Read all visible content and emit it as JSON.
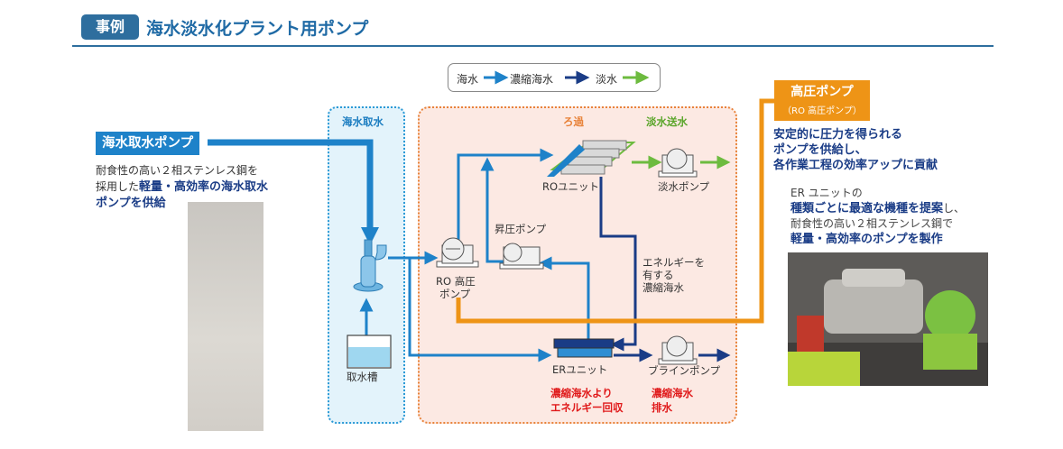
{
  "header": {
    "badge": "事例",
    "title": "海水淡水化プラント用ポンプ"
  },
  "legend": {
    "seawater": "海水",
    "brine": "濃縮海水",
    "freshwater": "淡水"
  },
  "colors": {
    "seawater": "#1e82c9",
    "brine": "#1a3c86",
    "freshwater": "#6dbb3f",
    "highpressure": "#ee9416"
  },
  "areas": {
    "intake": "海水取水",
    "filtration": "ろ過",
    "fresh_supply": "淡水送水"
  },
  "left_panel": {
    "title": "海水取水ポンプ",
    "desc_line1": "耐食性の高い２相ステンレス鋼を",
    "desc_line2_plain": "採用した",
    "desc_line2_bold": "軽量・高効率の海水取水",
    "desc_line3": "ポンプを供給"
  },
  "diagram": {
    "intake_tank": "取水槽",
    "ro_pump_line1": "RO 高圧",
    "ro_pump_line2": "ポンプ",
    "booster_pump": "昇圧ポンプ",
    "ro_unit": "ROユニット",
    "fresh_pump": "淡水ポンプ",
    "energy_line1": "エネルギーを",
    "energy_line2": "有する",
    "energy_line3": "濃縮海水",
    "er_unit": "ERユニット",
    "brine_pump": "ブラインポンプ",
    "recovery_line1": "濃縮海水より",
    "recovery_line2": "エネルギー回収",
    "discharge_line1": "濃縮海水",
    "discharge_line2": "排水"
  },
  "right_panel": {
    "title": "高圧ポンプ",
    "subtitle": "（RO 高圧ポンプ）",
    "desc_line1": "安定的に圧力を得られる",
    "desc_line2": "ポンプを供給し、",
    "desc_line3": "各作業工程の効率アップに貢献",
    "er_line1": "ER ユニットの",
    "er_line2_bold": "種類ごとに最適な機種を提案",
    "er_line2_plain": "し、",
    "er_line3": "耐食性の高い２相ステンレス鋼で",
    "er_line4": "軽量・高効率のポンプを製作"
  }
}
